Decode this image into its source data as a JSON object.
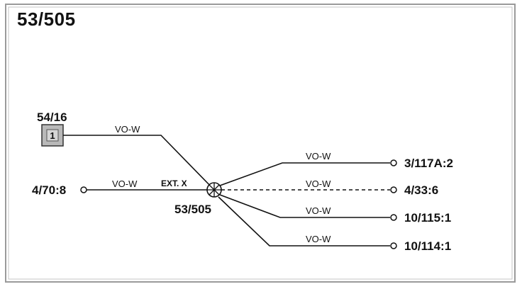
{
  "title": "53/505",
  "main_node": {
    "label": "53/505",
    "ext_label": "EXT. X"
  },
  "box_node": {
    "label": "54/16",
    "badge": "1"
  },
  "left_terminal": {
    "label": "4/70:8"
  },
  "wires": {
    "box_to_main": "VO-W",
    "left_to_main": "VO-W",
    "to_3_117": "VO-W",
    "to_4_33": "VO-W",
    "to_10_115": "VO-W",
    "to_10_114": "VO-W"
  },
  "right_terminals": [
    {
      "label": "3/117A:2",
      "connection": "solid"
    },
    {
      "label": "4/33:6",
      "connection": "dashed"
    },
    {
      "label": "10/115:1",
      "connection": "solid"
    },
    {
      "label": "10/114:1",
      "connection": "solid"
    }
  ],
  "colors": {
    "line": "#111111",
    "frame": "#9a9a9a",
    "box_fill": "#b9b9b9"
  }
}
